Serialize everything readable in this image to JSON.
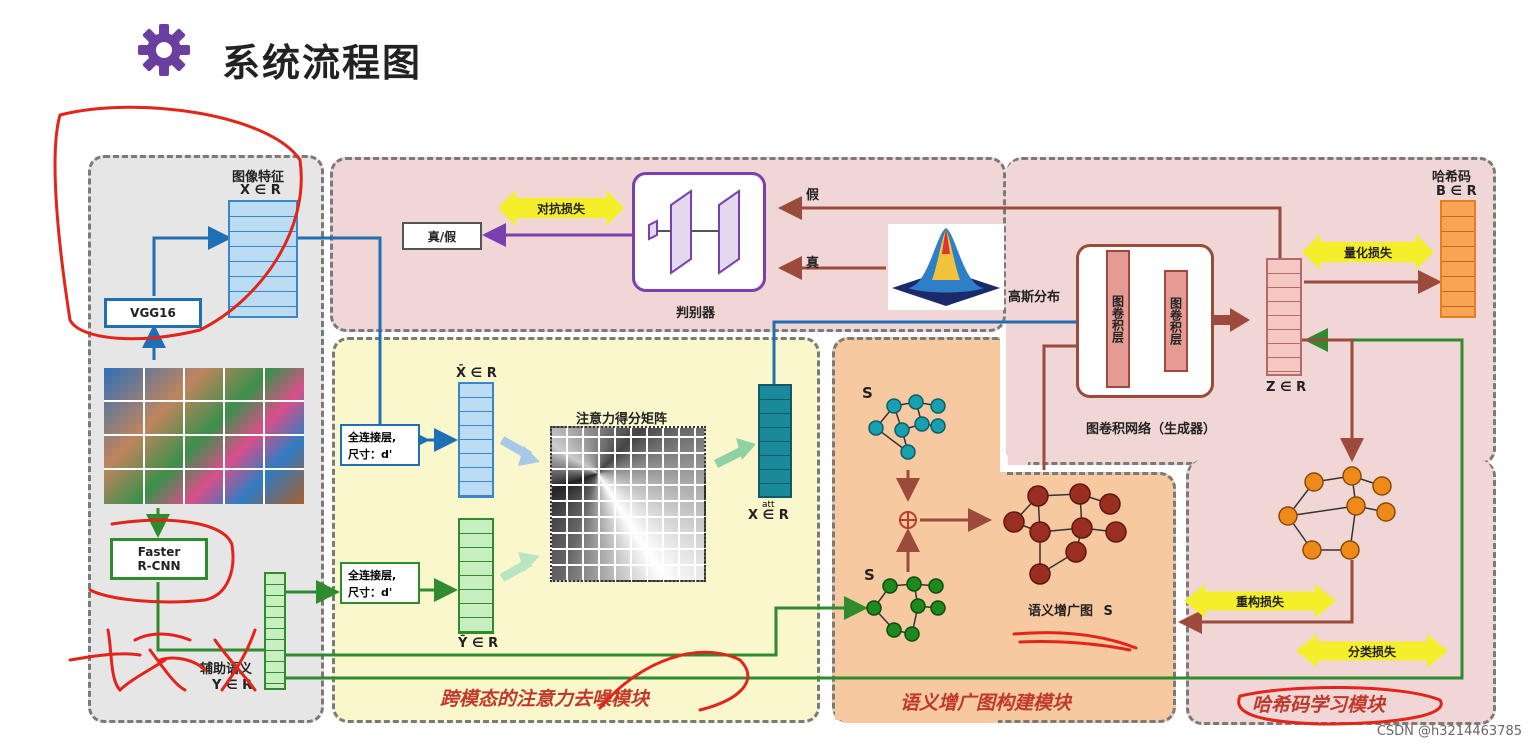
{
  "page": {
    "title": "系统流程图"
  },
  "modules": {
    "attention": "跨模态的注意力去噪模块",
    "semantic": "语义增广图构建模块",
    "hash": "哈希码学习模块"
  },
  "labels": {
    "image_feature": "图像特征",
    "image_feature_sym": "X ∈ R",
    "vgg": "VGG16",
    "faster_rcnn_1": "Faster",
    "faster_rcnn_2": "R-CNN",
    "aux_semantic": "辅助语义",
    "aux_semantic_sym": "Y ∈ R",
    "real_fake": "真/假",
    "adversarial_loss": "对抗损失",
    "discriminator": "判别器",
    "fake": "假",
    "real": "真",
    "gaussian": "高斯分布",
    "hash_code": "哈希码",
    "hash_code_sym": "B ∈ R",
    "quant_loss": "量化损失",
    "gcn_layer_1": "图卷积层",
    "gcn_layer_2": "图卷积层",
    "gcn_network": "图卷积网络（生成器）",
    "z_sym": "Z ∈ R",
    "fc_1a": "全连接层,",
    "fc_1b": "尺寸：d'",
    "fc_2a": "全连接层,",
    "fc_2b": "尺寸：d'",
    "xbar_sym": "X̄ ∈ R",
    "ybar_sym": "Ȳ ∈ R",
    "attention_matrix": "注意力得分矩阵",
    "xatt_sym": "X ∈ R",
    "xatt_sup": "att",
    "s_sup_v": "S",
    "s_sup_t": "S",
    "semantic_graph": "语义增广图",
    "semantic_graph_s": "S",
    "recon_loss": "重构损失",
    "cls_loss": "分类损失",
    "watermark": "CSDN @h3214463785"
  },
  "colors": {
    "blue_line": "#1f6fb5",
    "green_line": "#2e8b2e",
    "red_line": "#9b4a3c",
    "purple_line": "#7b3fb0",
    "annot_red": "#e3241b"
  }
}
